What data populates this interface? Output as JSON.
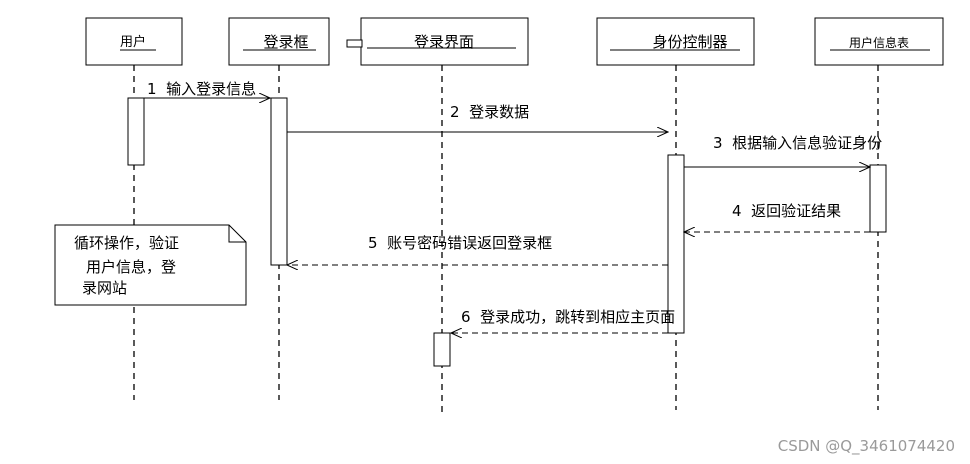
{
  "participants": [
    {
      "id": "user",
      "label": "用户"
    },
    {
      "id": "login_box",
      "label": "登录框"
    },
    {
      "id": "login_page",
      "label": "登录界面"
    },
    {
      "id": "identity_controller",
      "label": "身份控制器"
    },
    {
      "id": "user_info_table",
      "label": "用户信息表"
    }
  ],
  "messages": [
    {
      "id": "m1",
      "label": "1  输入登录信息",
      "from": "user",
      "to": "login_box",
      "style": "solid"
    },
    {
      "id": "m2",
      "label": "2  登录数据",
      "from": "login_box",
      "to": "identity_controller",
      "style": "solid"
    },
    {
      "id": "m3",
      "label": "3  根据输入信息验证身份",
      "from": "identity_controller",
      "to": "user_info_table",
      "style": "solid"
    },
    {
      "id": "m4",
      "label": "4  返回验证结果",
      "from": "user_info_table",
      "to": "identity_controller",
      "style": "dashed"
    },
    {
      "id": "m5",
      "label": "5  账号密码错误返回登录框",
      "from": "identity_controller",
      "to": "login_box",
      "style": "dashed"
    },
    {
      "id": "m6",
      "label": "6  登录成功，跳转到相应主页面",
      "from": "identity_controller",
      "to": "login_page",
      "style": "dashed"
    }
  ],
  "note": {
    "lines": [
      "循环操作，验证",
      "用户信息，登",
      "录网站"
    ]
  },
  "watermark": "CSDN @Q_3461074420",
  "colors": {
    "line": "#000000",
    "watermark": "#9a9a9a",
    "background": "#ffffff"
  }
}
